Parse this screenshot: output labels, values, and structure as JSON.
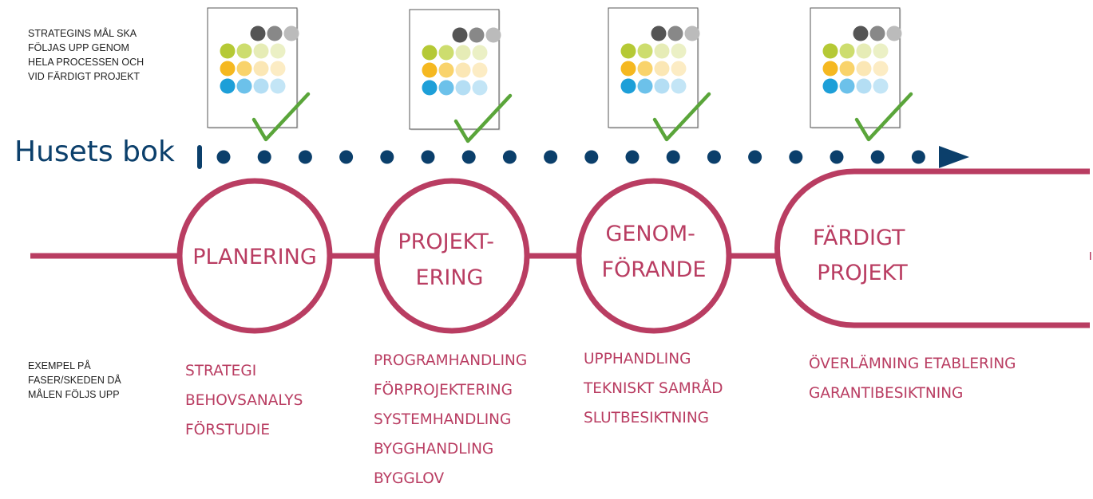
{
  "top_note": [
    "STRATEGINS MÅL SKA",
    "FÖLJAS UPP GENOM",
    "HELA PROCESSEN OCH",
    "VID FÄRDIGT PROJEKT"
  ],
  "bottom_note": [
    "EXEMPEL PÅ",
    "FASER/SKEDEN DÅ",
    "MÅLEN FÖLJS UPP"
  ],
  "track_title": "Husets bok",
  "phases": [
    {
      "label_lines": [
        "PLANERING"
      ],
      "activities": [
        "STRATEGI",
        "BEHOVSANALYS",
        "FÖRSTUDIE"
      ]
    },
    {
      "label_lines": [
        "PROJEKT-",
        "ERING"
      ],
      "activities": [
        "PROGRAMHANDLING",
        "FÖRPROJEKTERING",
        "SYSTEMHANDLING",
        "BYGGHANDLING",
        "BYGGLOV"
      ]
    },
    {
      "label_lines": [
        "GENOM-",
        "FÖRANDE"
      ],
      "activities": [
        "UPPHANDLING",
        "TEKNISKT SAMRÅD",
        "SLUTBESIKTNING"
      ]
    },
    {
      "label_lines": [
        "FÄRDIGT",
        "PROJEKT"
      ],
      "activities": [
        "ÖVERLÄMNING ETABLERING",
        "GARANTIBESIKTNING"
      ]
    }
  ],
  "colors": {
    "phase": "#b93d62",
    "track": "#0b3f6b",
    "check": "#5aa53a",
    "dots": {
      "gray": [
        "#555555",
        "#888888",
        "#bbbbbb"
      ],
      "green": [
        "#b5c935",
        "#cddd6e",
        "#e6ecb6"
      ],
      "yellow": [
        "#f5b820",
        "#f9d36b",
        "#fbe7b5"
      ],
      "blue": [
        "#1d9fd8",
        "#6cc1ea",
        "#b4def4"
      ]
    }
  },
  "icons": {
    "document": "document-icon",
    "check": "check-icon",
    "arrow": "arrow-icon"
  }
}
